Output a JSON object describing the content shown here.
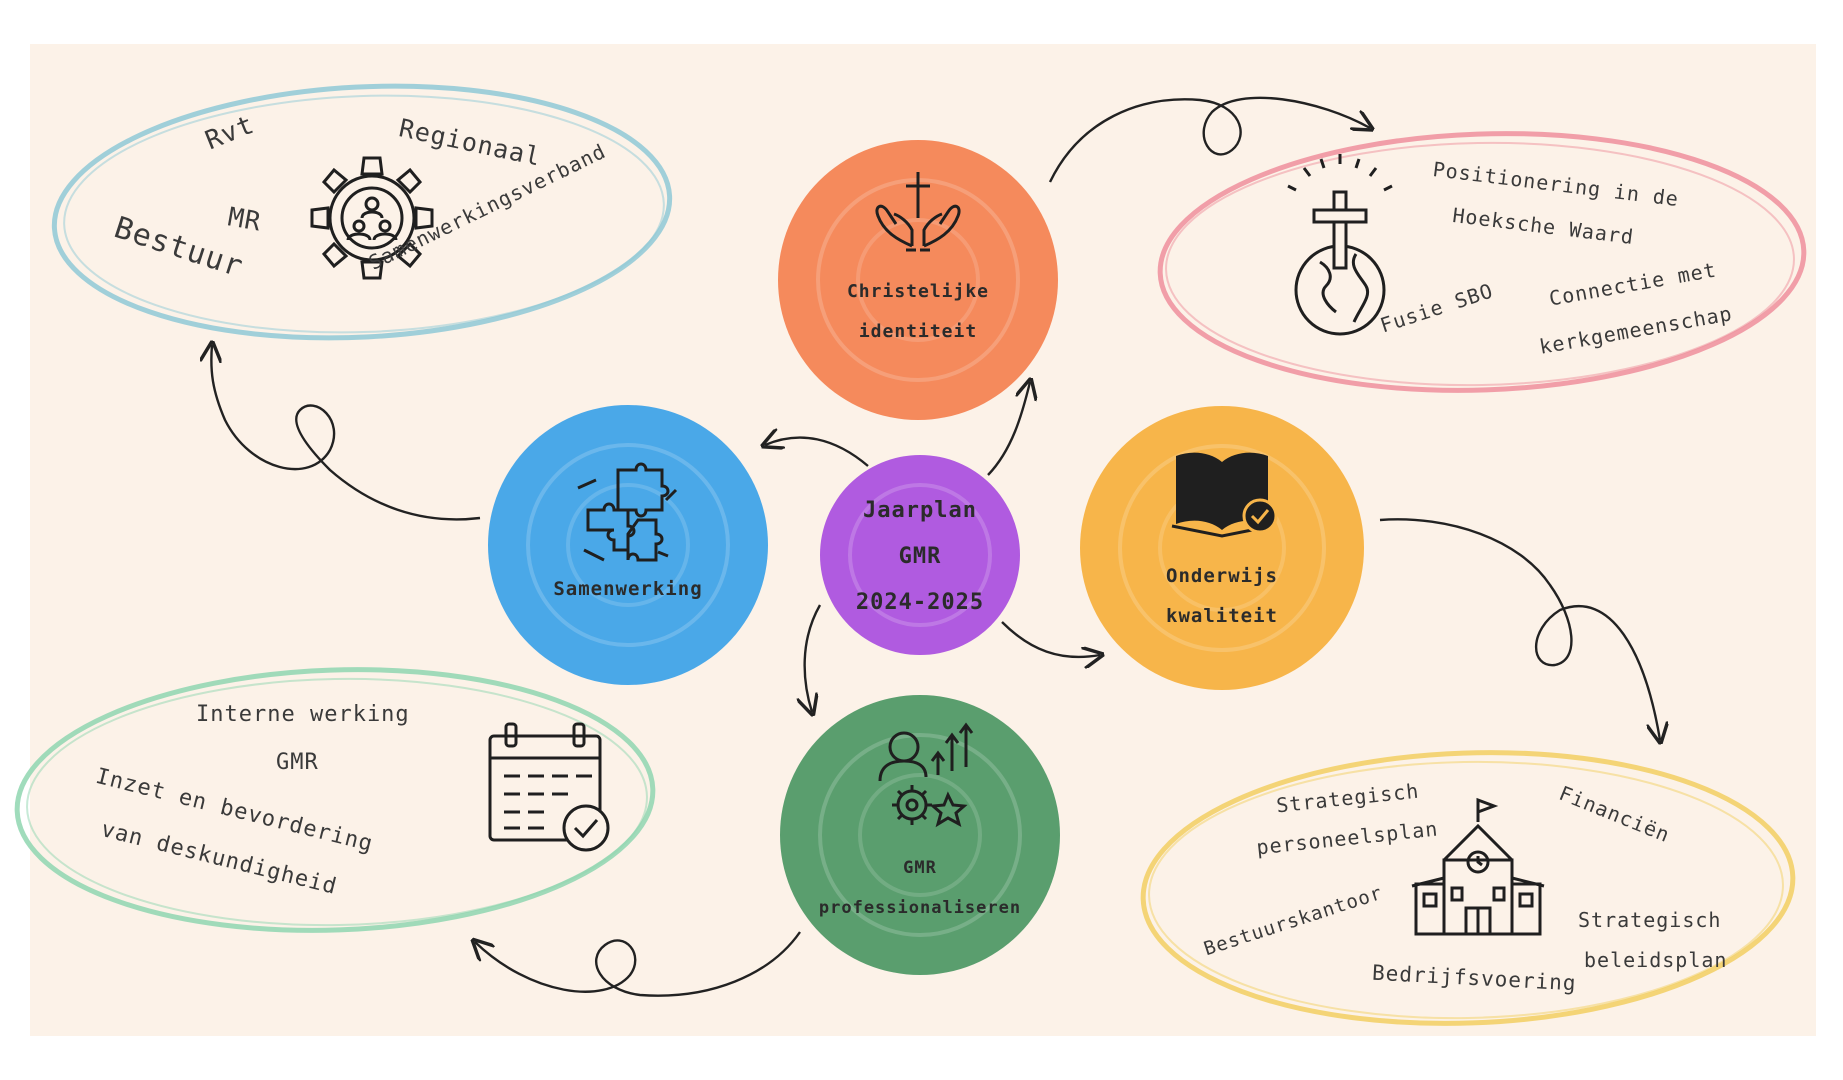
{
  "center": {
    "lines": [
      "Jaarplan",
      "GMR",
      "2024-2025"
    ]
  },
  "hubs": {
    "christelijke": {
      "lines": [
        "Christelijke",
        "identiteit"
      ],
      "color": "#f58a5c",
      "icon": "praying-hands-cross-icon"
    },
    "samenwerking": {
      "lines": [
        "Samenwerking"
      ],
      "color": "#4aa8e8",
      "icon": "puzzle-hands-icon"
    },
    "onderwijs": {
      "lines": [
        "Onderwijs",
        "kwaliteit"
      ],
      "color": "#f7b54a",
      "icon": "book-check-icon"
    },
    "professionaliseren": {
      "lines": [
        "GMR",
        "professionaliseren"
      ],
      "color": "#5a9e6e",
      "icon": "growth-gear-icon"
    }
  },
  "center_color": "#b05be0",
  "ovals": {
    "samenwerking": {
      "color": "#8fc9d6",
      "icon": "team-gear-icon",
      "labels": [
        "Rvt",
        "Regionaal",
        "MR",
        "Bestuur",
        "Samenwerkingsverband"
      ]
    },
    "christelijke": {
      "color": "#ee8f9c",
      "icon": "globe-cross-icon",
      "labels": [
        "Positionering in de",
        "Hoeksche Waard",
        "Fusie SBO",
        "Connectie met",
        "kerkgemeenschap"
      ]
    },
    "professionaliseren": {
      "color": "#8fd6b0",
      "icon": "calendar-check-icon",
      "labels": [
        "Interne werking",
        "GMR",
        "Inzet en bevordering",
        "van deskundigheid"
      ]
    },
    "onderwijs": {
      "color": "#f2cf62",
      "icon": "school-building-icon",
      "labels": [
        "Strategisch",
        "personeelsplan",
        "Financiën",
        "Bestuurskantoor",
        "Strategisch",
        "beleidsplan",
        "Bedrijfsvoering"
      ]
    }
  }
}
